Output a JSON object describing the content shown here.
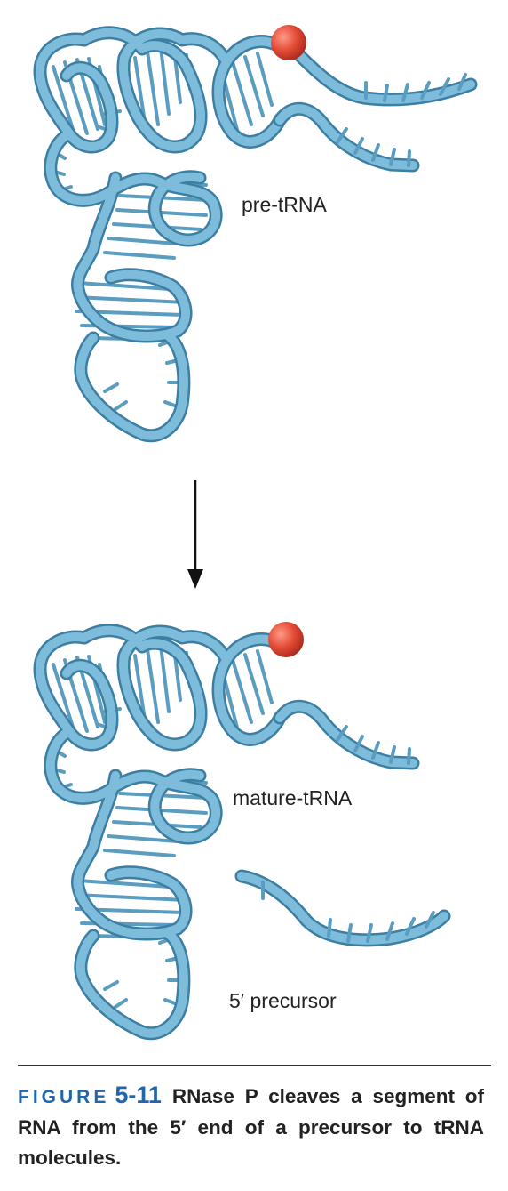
{
  "labels": {
    "top": "pre-tRNA",
    "mature": "mature-tRNA",
    "fragment": "5′ precursor"
  },
  "caption": {
    "figure_word": "FIGURE",
    "figure_number": "5-11",
    "text": "RNase P cleaves a segment of RNA from the 5′ end of a precursor to tRNA molecules."
  },
  "colors": {
    "rna_fill": "#74b5d4",
    "rna_edge": "#3d7fa3",
    "sphere": "#e34a35",
    "arrow": "#111111",
    "caption_accent": "#1f66ab"
  }
}
